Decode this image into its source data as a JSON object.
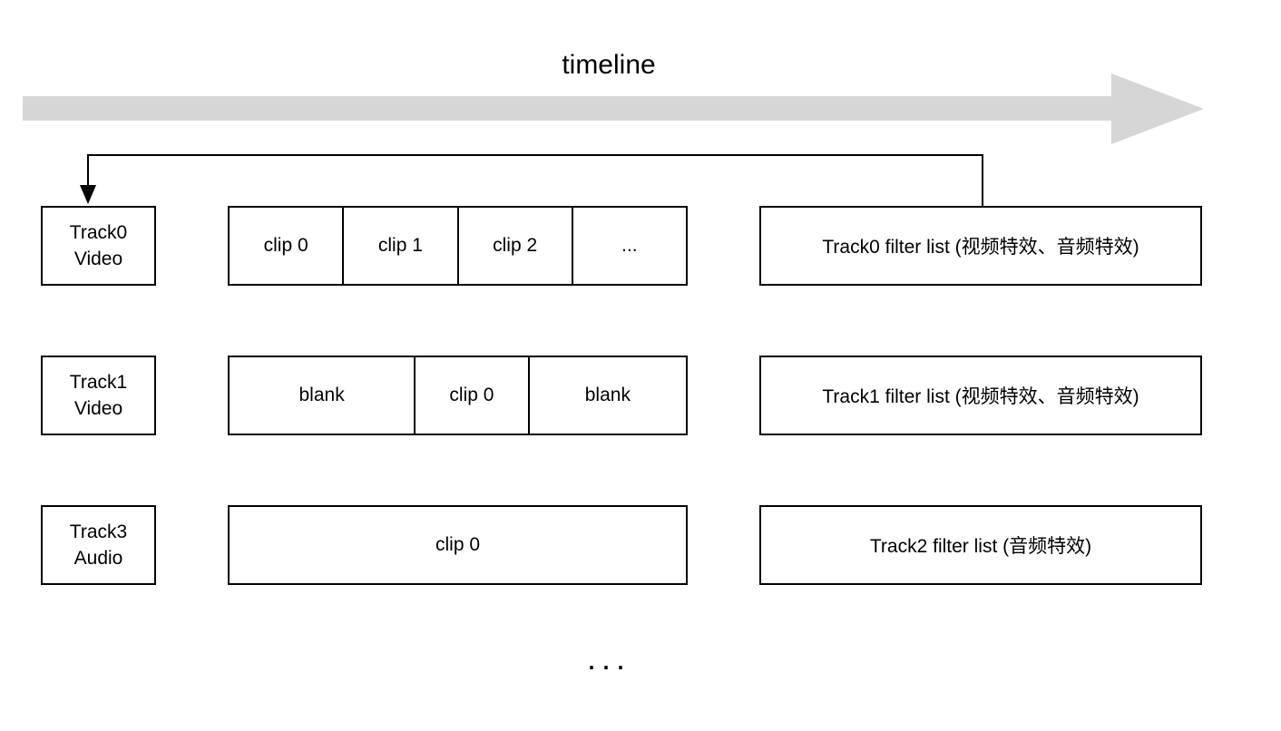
{
  "diagram": {
    "title": "timeline",
    "ellipsis": "...",
    "colors": {
      "arrow-color": "#d6d6d6",
      "line-color": "#000000",
      "text-color": "#000000",
      "bg-color": "#ffffff"
    },
    "tracks": [
      {
        "label_line1": "Track0",
        "label_line2": "Video",
        "clips": [
          "clip 0",
          "clip 1",
          "clip 2",
          "..."
        ],
        "filter": "Track0 filter list (视频特效、音频特效)"
      },
      {
        "label_line1": "Track1",
        "label_line2": "Video",
        "clips": [
          "blank",
          "clip 0",
          "blank"
        ],
        "filter": "Track1 filter list (视频特效、音频特效)"
      },
      {
        "label_line1": "Track3",
        "label_line2": "Audio",
        "clips": [
          "clip 0"
        ],
        "filter": "Track2 filter list (音频特效)"
      }
    ]
  }
}
